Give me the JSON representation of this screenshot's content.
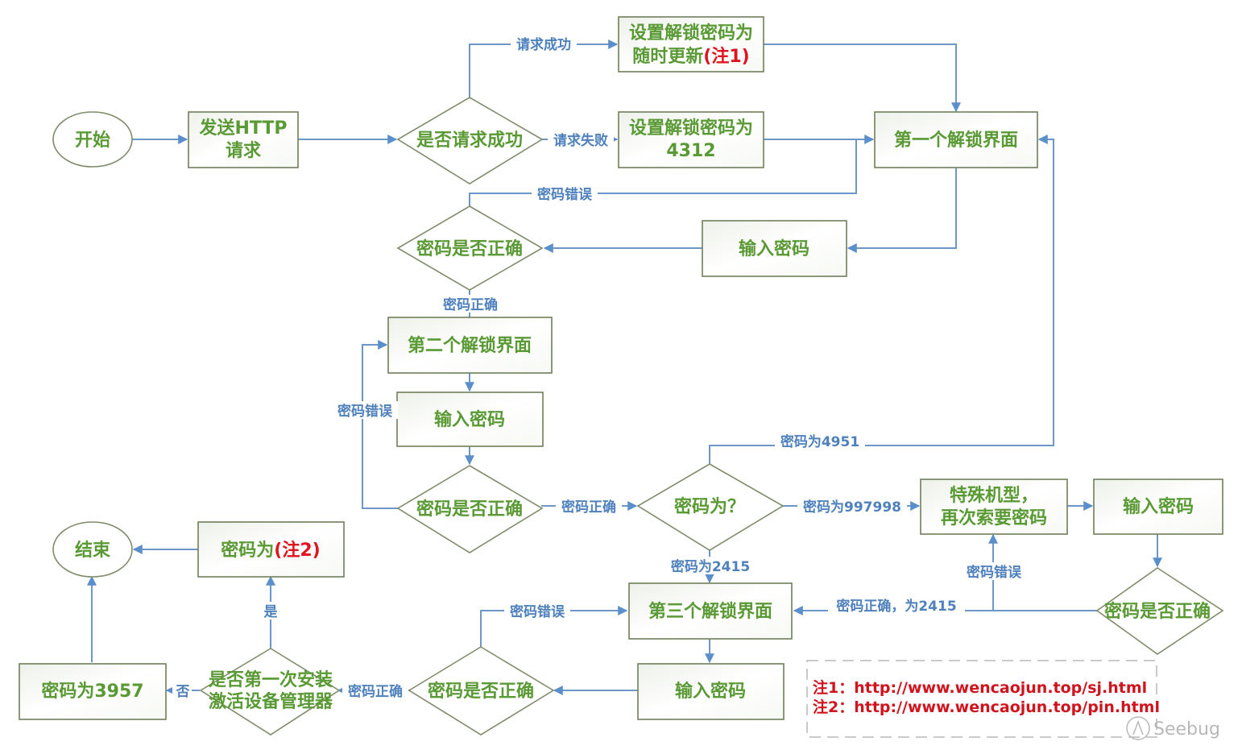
{
  "nodes": {
    "start": "开始",
    "send_http": [
      "发送HTTP",
      "请求"
    ],
    "request_ok_q": "是否请求成功",
    "set_random": {
      "line1": "设置解锁密码为",
      "line2": "随时更新",
      "note": "(注1)"
    },
    "set_4312": [
      "设置解锁密码为",
      "4312"
    ],
    "unlock_1": "第一个解锁界面",
    "input_1": "输入密码",
    "check_1": "密码是否正确",
    "unlock_2": "第二个解锁界面",
    "input_2": "输入密码",
    "check_2": "密码是否正确",
    "password_q": "密码为？",
    "special_model": [
      "特殊机型，",
      "再次索要密码"
    ],
    "input_special": "输入密码",
    "check_special": "密码是否正确",
    "unlock_3": "第三个解锁界面",
    "input_3": "输入密码",
    "check_3": "密码是否正确",
    "first_install_q": [
      "是否第一次安装",
      "激活设备管理器"
    ],
    "pwd_note2": {
      "text": "密码为",
      "note": "(注2)"
    },
    "pwd_3957": "密码为3957",
    "end": "结束"
  },
  "edge_labels": {
    "request_success": "请求成功",
    "request_fail": "请求失败",
    "wrong_1": "密码错误",
    "correct_1": "密码正确",
    "wrong_2": "密码错误",
    "correct_2": "密码正确",
    "pwd_4951": "密码为4951",
    "pwd_997998": "密码为997998",
    "pwd_2415": "密码为2415",
    "wrong_special": "密码错误",
    "correct_special": "密码正确，为2415",
    "wrong_3": "密码错误",
    "correct_3": "密码正确",
    "yes": "是",
    "no": "否"
  },
  "notes": [
    "注1：http://www.wencaojun.top/sj.html",
    "注2：http://www.wencaojun.top/pin.html"
  ],
  "watermark": "Seebug",
  "colors": {
    "node_text": "#5a9a35",
    "edge": "#6b97c9",
    "edge_label": "#4f81bd",
    "note": "#e0141e"
  }
}
